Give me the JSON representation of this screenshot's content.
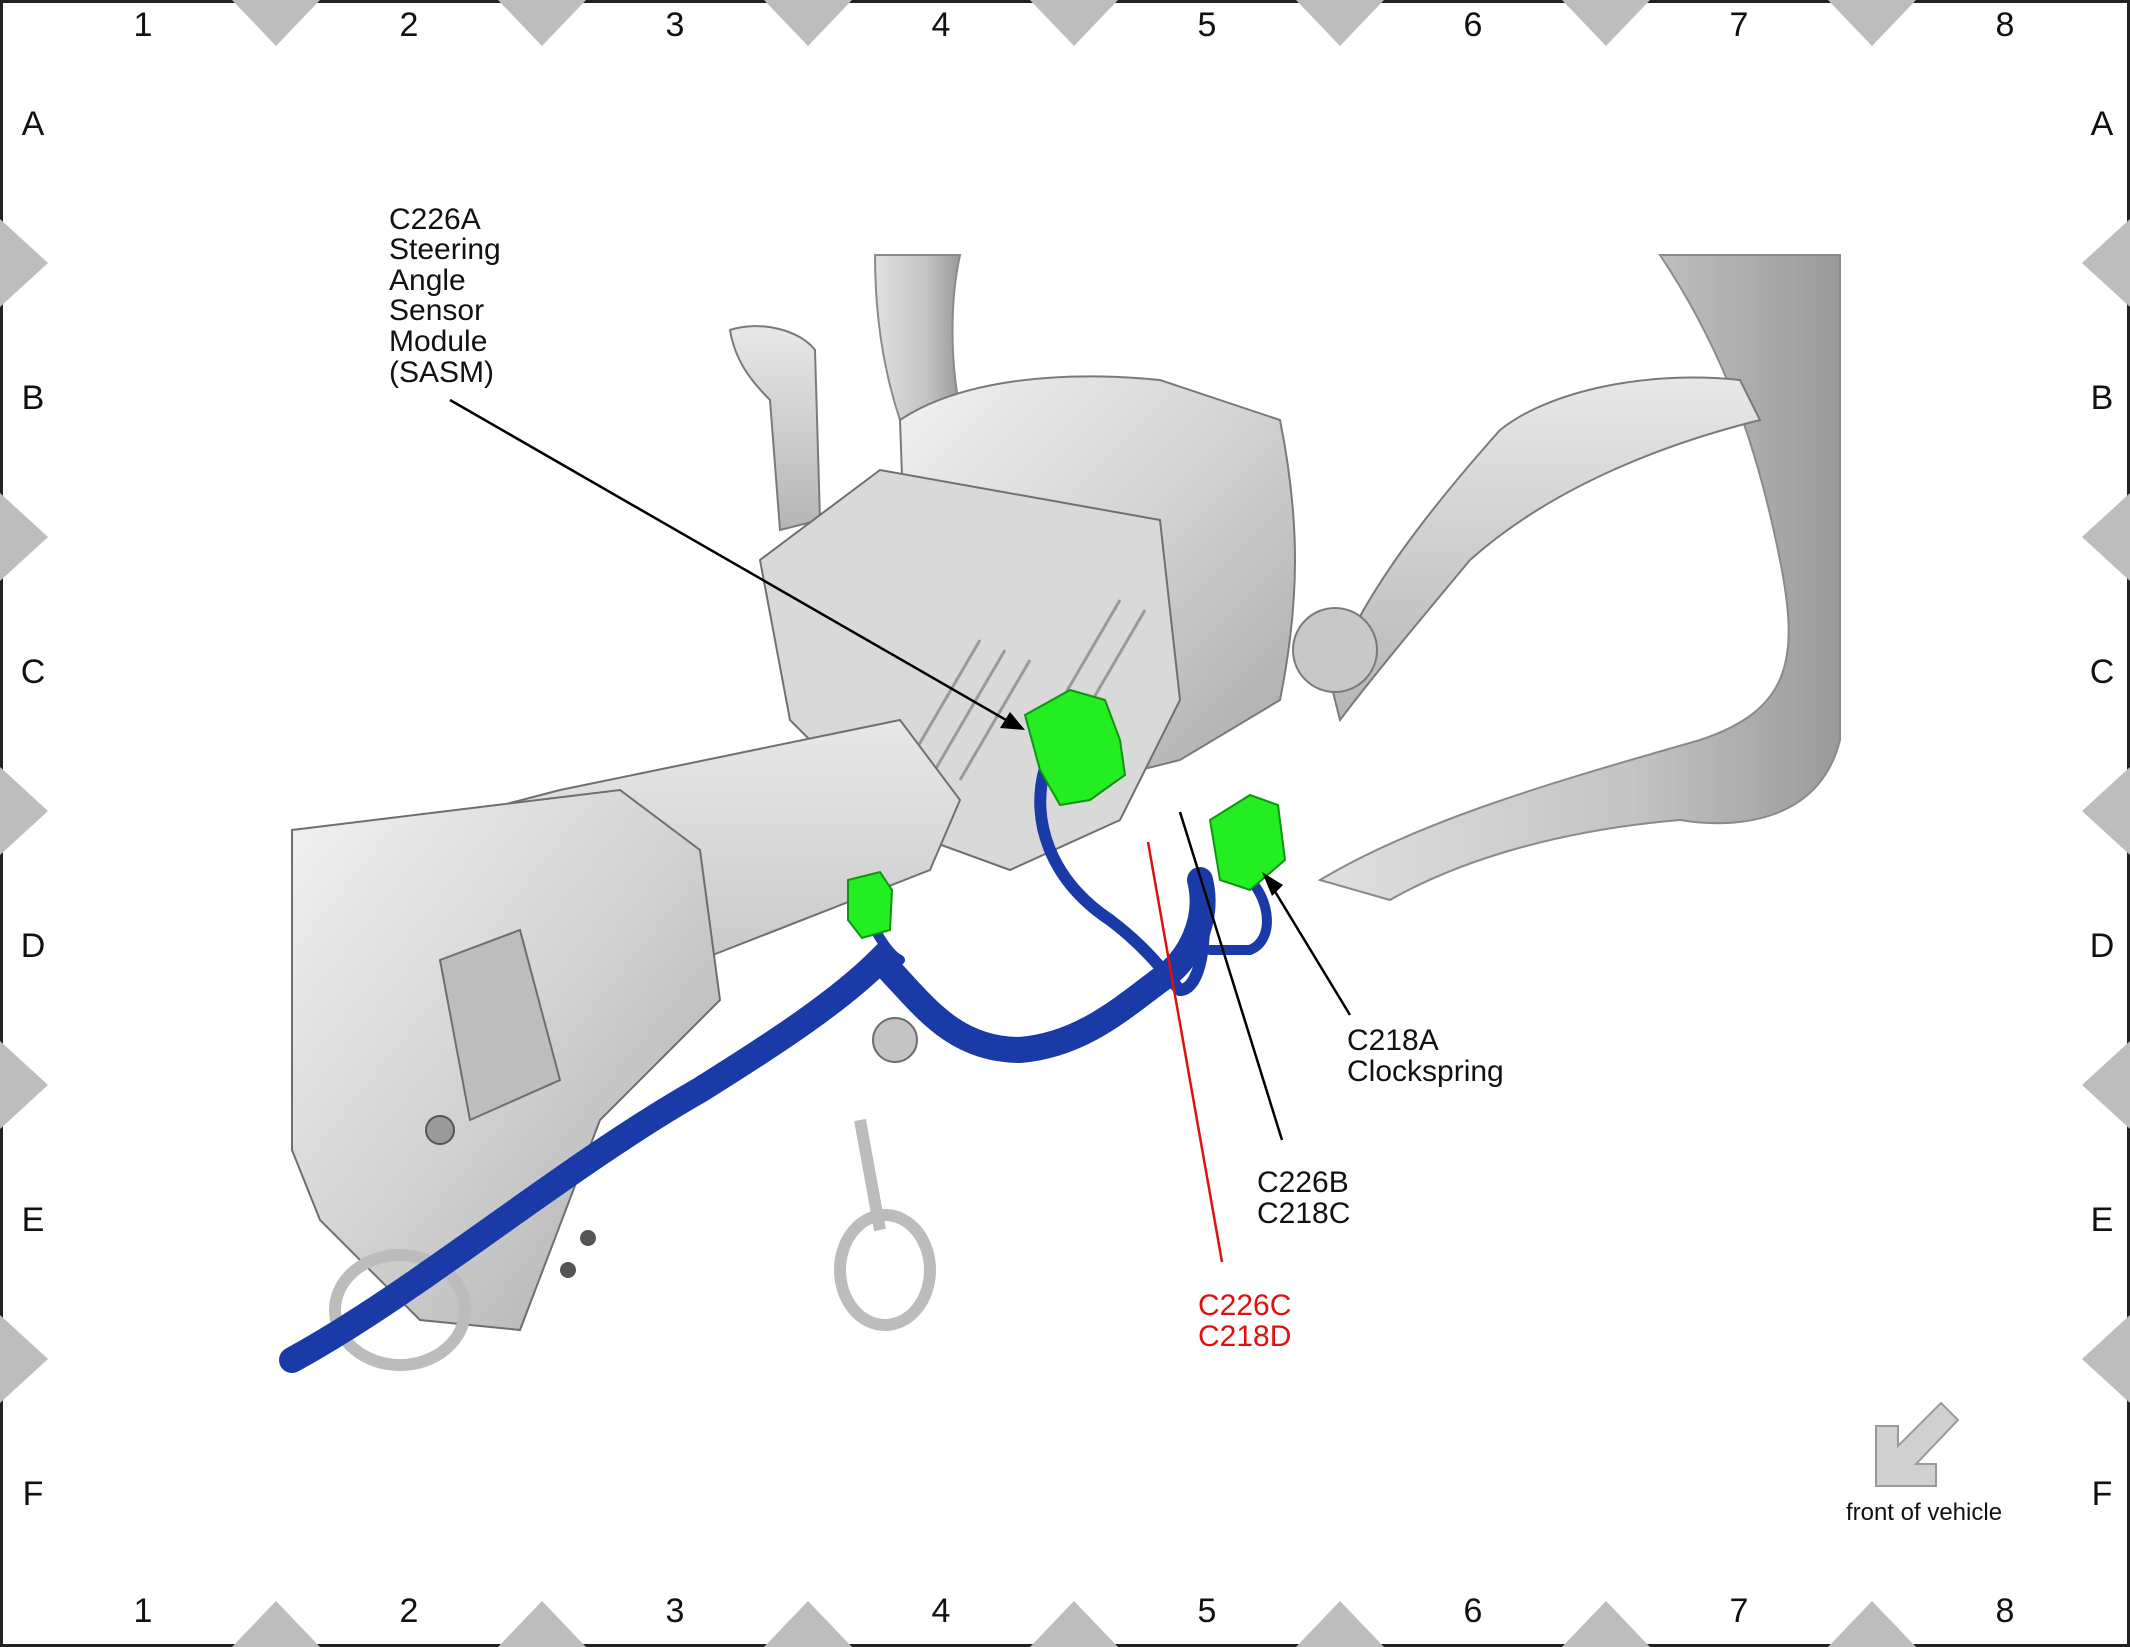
{
  "grid": {
    "columns": [
      "1",
      "2",
      "3",
      "4",
      "5",
      "6",
      "7",
      "8"
    ],
    "rows": [
      "A",
      "B",
      "C",
      "D",
      "E",
      "F"
    ]
  },
  "callouts": {
    "sasm": [
      "C226A",
      "Steering",
      "Angle",
      "Sensor",
      "Module",
      "(SASM)"
    ],
    "clockspring": [
      "C218A",
      "Clockspring"
    ],
    "c226b": [
      "C226B",
      "C218C"
    ],
    "c226c": [
      "C226C",
      "C218D"
    ]
  },
  "orientation": {
    "label": "front of vehicle",
    "icon": "arrow-down-left-icon"
  },
  "colors": {
    "connector": "#22ee22",
    "harness": "#1a3aa8",
    "highlight": "#e01010",
    "component": "#cfcfcf",
    "frame_marker": "#bdbdbd"
  }
}
